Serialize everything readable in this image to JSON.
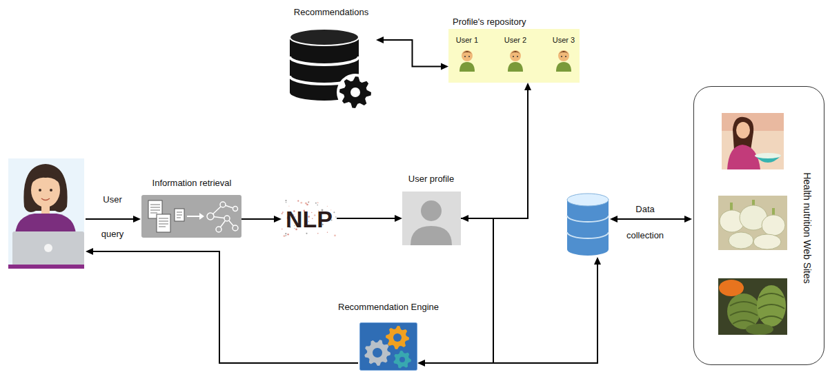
{
  "diagram": {
    "nodes": [
      {
        "text": [
          "Recommendations"
        ]
      },
      {
        "text": [
          "Profile's repository",
          "User 1",
          "User 2",
          "User 3"
        ]
      },
      {
        "text": [
          "Information retrieval"
        ]
      },
      {
        "text": [
          "NLP"
        ]
      },
      {
        "text": [
          "User profile"
        ]
      },
      {
        "text": [
          "Recommendation Engine"
        ]
      },
      {
        "text": [
          "Health nutrition Web Sites"
        ]
      }
    ],
    "edges": [
      {
        "from": 0,
        "to": 1,
        "arrow": "both"
      },
      {
        "from": 4,
        "to": 1,
        "arrow": "both"
      },
      {
        "from": 2,
        "to": 3,
        "arrow": "to"
      },
      {
        "from": 3,
        "to": 4,
        "arrow": "to"
      },
      {
        "from": 4,
        "to": 5,
        "arrow": "to"
      }
    ],
    "labels": [
      "User",
      "query",
      "Data",
      "collection"
    ]
  }
}
